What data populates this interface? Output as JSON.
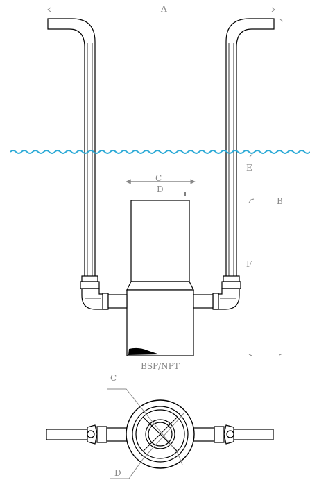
{
  "labels": {
    "a": "A",
    "b": "B",
    "c": "C",
    "d": "D",
    "e": "E",
    "f": "F",
    "c_plan": "C",
    "d_plan": "D",
    "thread_note": "BSP/NPT"
  },
  "colors": {
    "line": "#000000",
    "dimension": "#888888",
    "water": "#2aa9d6",
    "background": "#ffffff"
  }
}
